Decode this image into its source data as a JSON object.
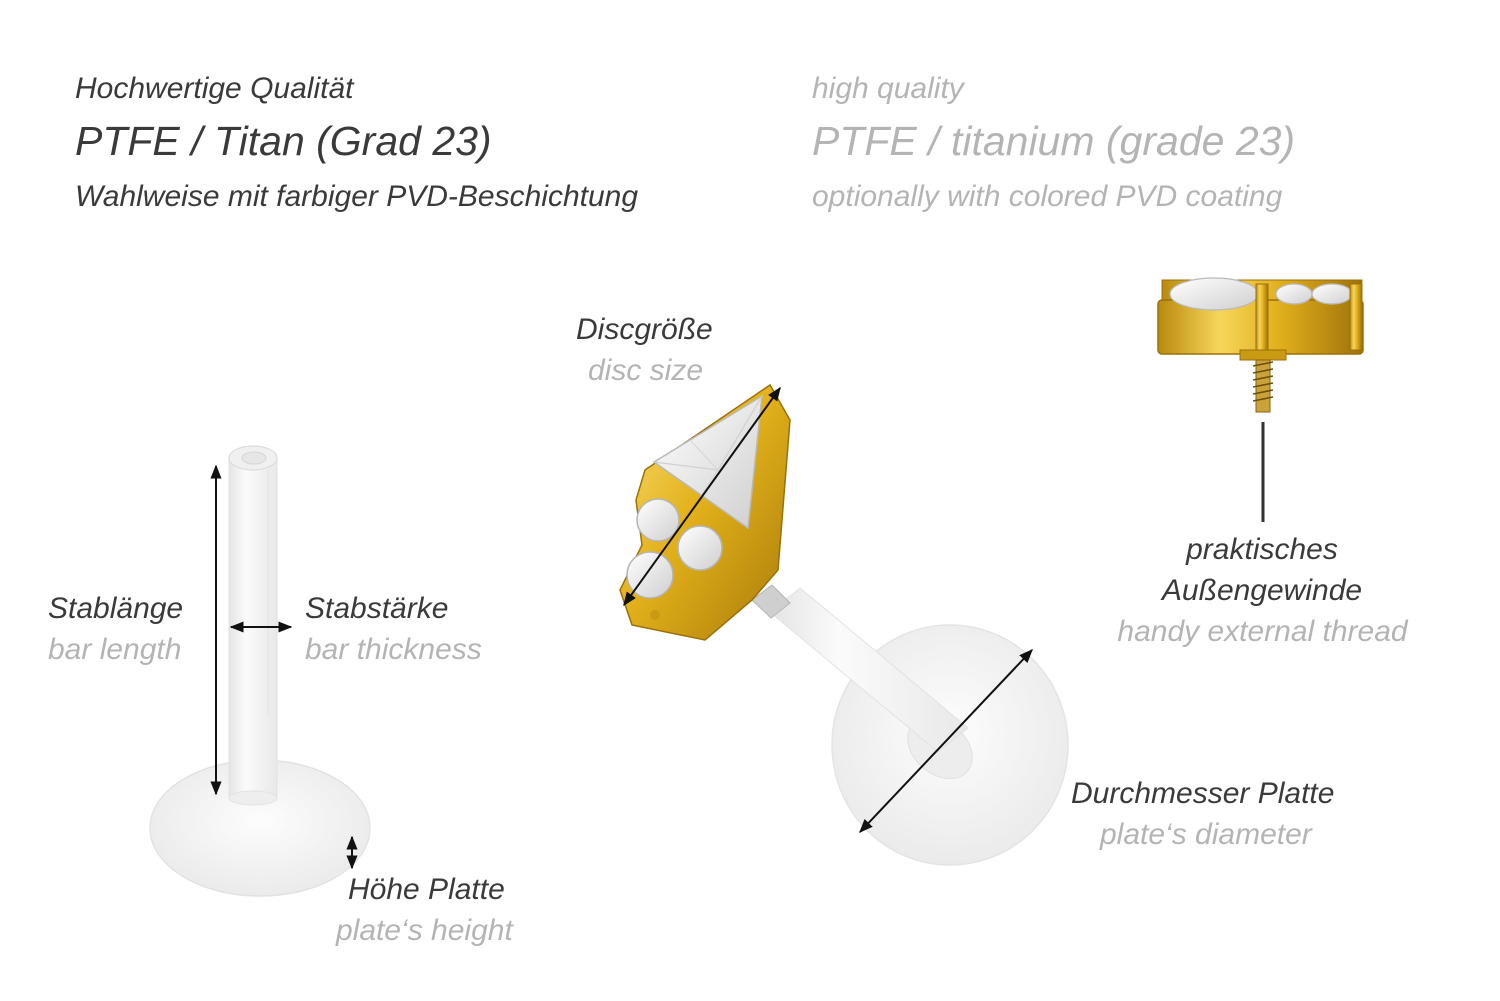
{
  "header": {
    "de": {
      "quality": "Hochwertige Qualität",
      "material": "PTFE / Titan (Grad 23)",
      "coating": "Wahlweise mit farbiger PVD-Beschichtung"
    },
    "en": {
      "quality": "high quality",
      "material": "PTFE / titanium (grade 23)",
      "coating": "optionally with colored PVD coating"
    }
  },
  "labels": {
    "bar_length": {
      "de": "Stablänge",
      "en": "bar length"
    },
    "bar_thickness": {
      "de": "Stabstärke",
      "en": "bar thickness"
    },
    "plate_height": {
      "de": "Höhe Platte",
      "en": "plate‘s height"
    },
    "disc_size": {
      "de": "Discgröße",
      "en": "disc size"
    },
    "plate_diameter": {
      "de": "Durchmesser Platte",
      "en": "plate‘s diameter"
    },
    "thread": {
      "de_line1": "praktisches",
      "de_line2": "Außengewinde",
      "en": "handy external thread"
    }
  },
  "colors": {
    "dark_text": "#3a3a3a",
    "light_text": "#b4b4b4",
    "gold": "#e3b21c",
    "ptfe": "#f3f3f3"
  }
}
